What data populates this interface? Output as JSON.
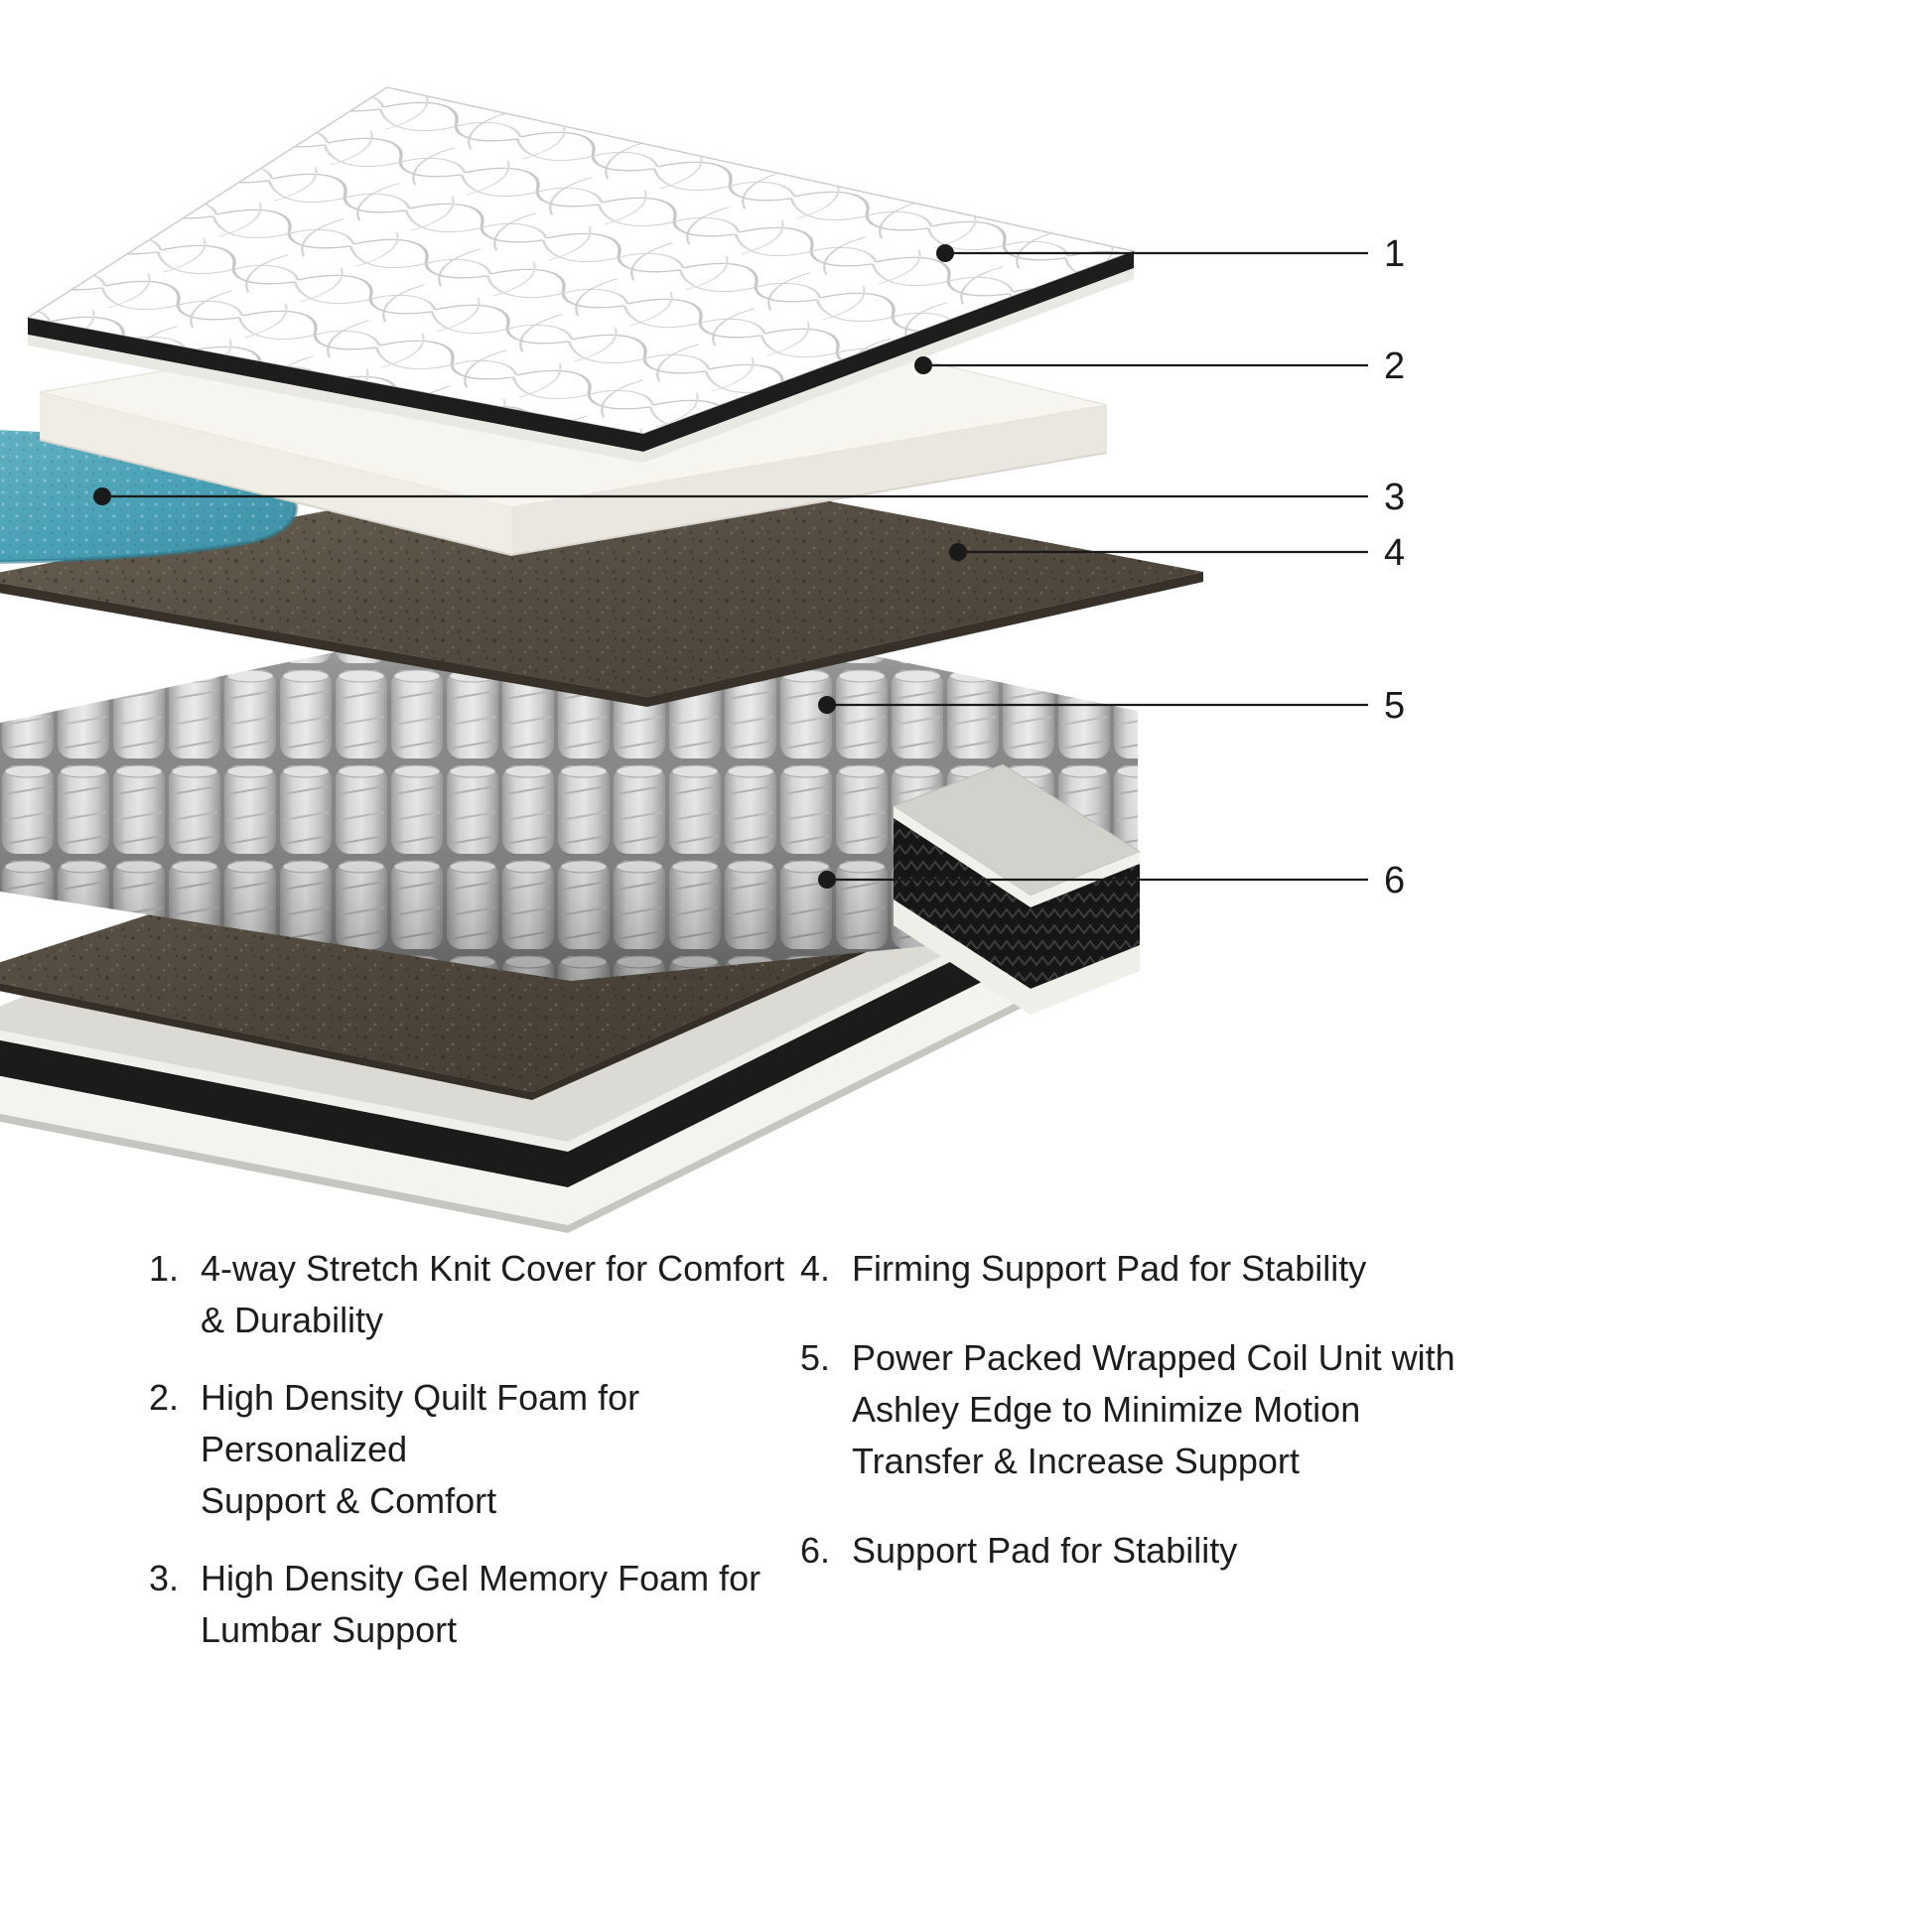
{
  "callouts": [
    {
      "num": "1"
    },
    {
      "num": "2"
    },
    {
      "num": "3"
    },
    {
      "num": "4"
    },
    {
      "num": "5"
    },
    {
      "num": "6"
    }
  ],
  "legend": {
    "left": [
      {
        "num": "1.",
        "text": "4-way Stretch Knit Cover for Comfort\n& Durability"
      },
      {
        "num": "2.",
        "text": "High Density Quilt Foam for Personalized\nSupport & Comfort"
      },
      {
        "num": "3.",
        "text": "High Density Gel Memory Foam for\nLumbar Support"
      }
    ],
    "right": [
      {
        "num": "4.",
        "text": "Firming Support Pad for Stability"
      },
      {
        "num": "5.",
        "text": "Power Packed Wrapped Coil Unit with\nAshley Edge to Minimize Motion\nTransfer & Increase Support"
      },
      {
        "num": "6.",
        "text": "Support Pad for Stability"
      }
    ]
  },
  "colors": {
    "callout_line": "#1a1a1a",
    "gel_teal": "#4aa0b5",
    "pad_brown": "#554d41",
    "band_black": "#1d1d1d"
  }
}
